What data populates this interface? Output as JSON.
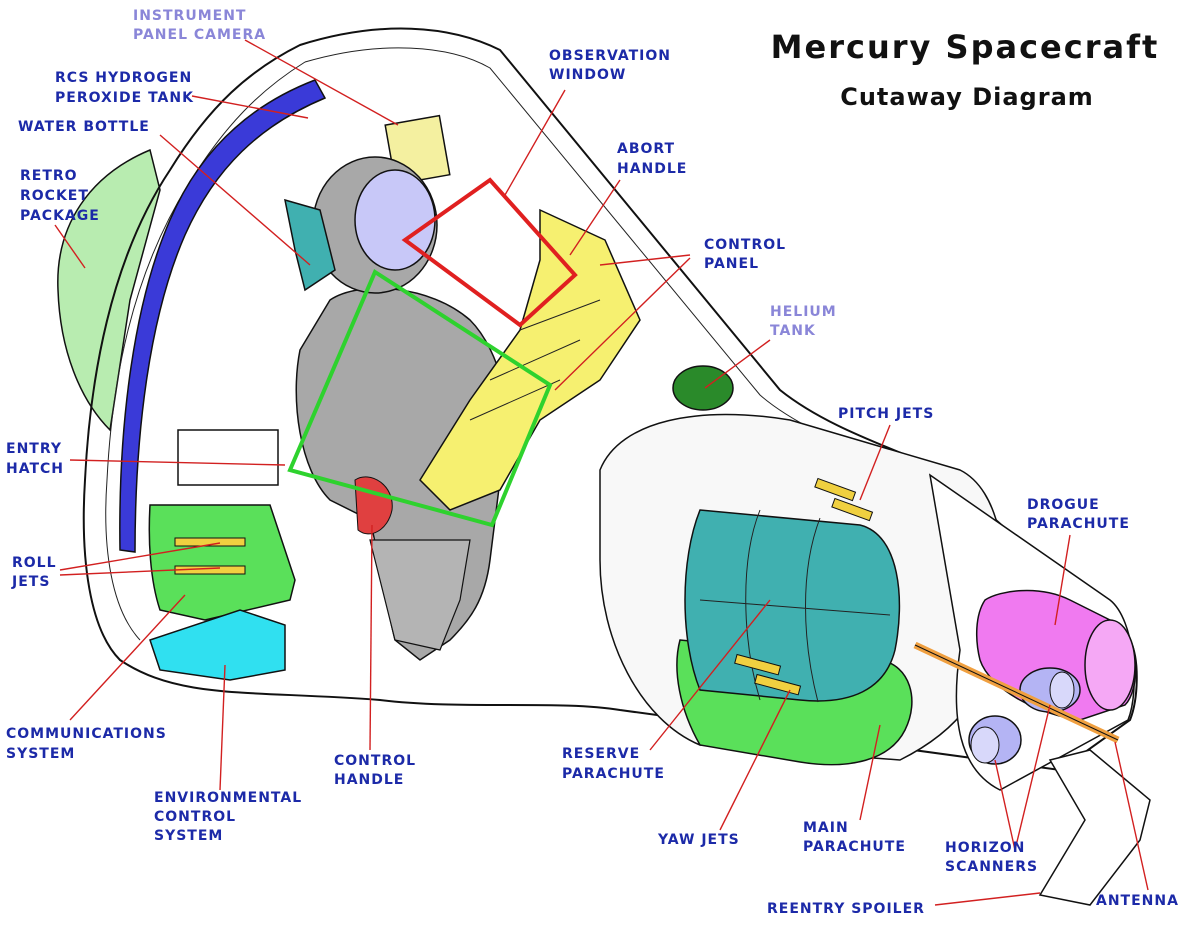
{
  "title": "Mercury Spacecraft",
  "subtitle": "Cutaway Diagram",
  "labels": {
    "instrument_panel_camera": [
      "INSTRUMENT",
      "PANEL CAMERA"
    ],
    "rcs_tank": [
      "RCS HYDROGEN",
      "PEROXIDE TANK"
    ],
    "water_bottle": [
      "WATER BOTTLE"
    ],
    "retro_rocket": [
      "RETRO",
      "ROCKET",
      "PACKAGE"
    ],
    "entry_hatch": [
      "ENTRY",
      "HATCH"
    ],
    "roll_jets": [
      "ROLL",
      "JETS"
    ],
    "communications": [
      "COMMUNICATIONS",
      "SYSTEM"
    ],
    "environmental": [
      "ENVIRONMENTAL",
      "CONTROL",
      "SYSTEM"
    ],
    "control_handle": [
      "CONTROL",
      "HANDLE"
    ],
    "observation_window": [
      "OBSERVATION",
      "WINDOW"
    ],
    "abort_handle": [
      "ABORT",
      "HANDLE"
    ],
    "control_panel": [
      "CONTROL",
      "PANEL"
    ],
    "helium_tank": [
      "HELIUM",
      "TANK"
    ],
    "pitch_jets": [
      "PITCH JETS"
    ],
    "drogue_parachute": [
      "DROGUE",
      "PARACHUTE"
    ],
    "reserve_parachute": [
      "RESERVE",
      "PARACHUTE"
    ],
    "yaw_jets": [
      "YAW JETS"
    ],
    "main_parachute": [
      "MAIN",
      "PARACHUTE"
    ],
    "horizon_scanners": [
      "HORIZON",
      "SCANNERS"
    ],
    "reentry_spoiler": [
      "REENTRY SPOILER"
    ],
    "antenna": [
      "ANTENNA"
    ]
  },
  "colors": {
    "label_text": "#1c2aa8",
    "label_text_light": "#8a86d8",
    "leader_lines": "#d22020",
    "heat_shield_blue": "#3a3ad8",
    "retro_green": "#b8ecb0",
    "astronaut_gray": "#a8a8a8",
    "helmet_visor": "#c8c8f8",
    "observation_window_outline": "#e02020",
    "seat_outline": "#2ed22e",
    "control_panel_yellow": "#f6f070",
    "parachute_teal": "#40b0b0",
    "main_parachute_green": "#5ae05a",
    "drogue_magenta": "#f07af0",
    "horizon_scanner_lavender": "#b4b4f4",
    "environmental_cyan": "#30e0f0",
    "antenna_orange": "#f0a040",
    "helium_dark_green": "#2a8a2a"
  }
}
